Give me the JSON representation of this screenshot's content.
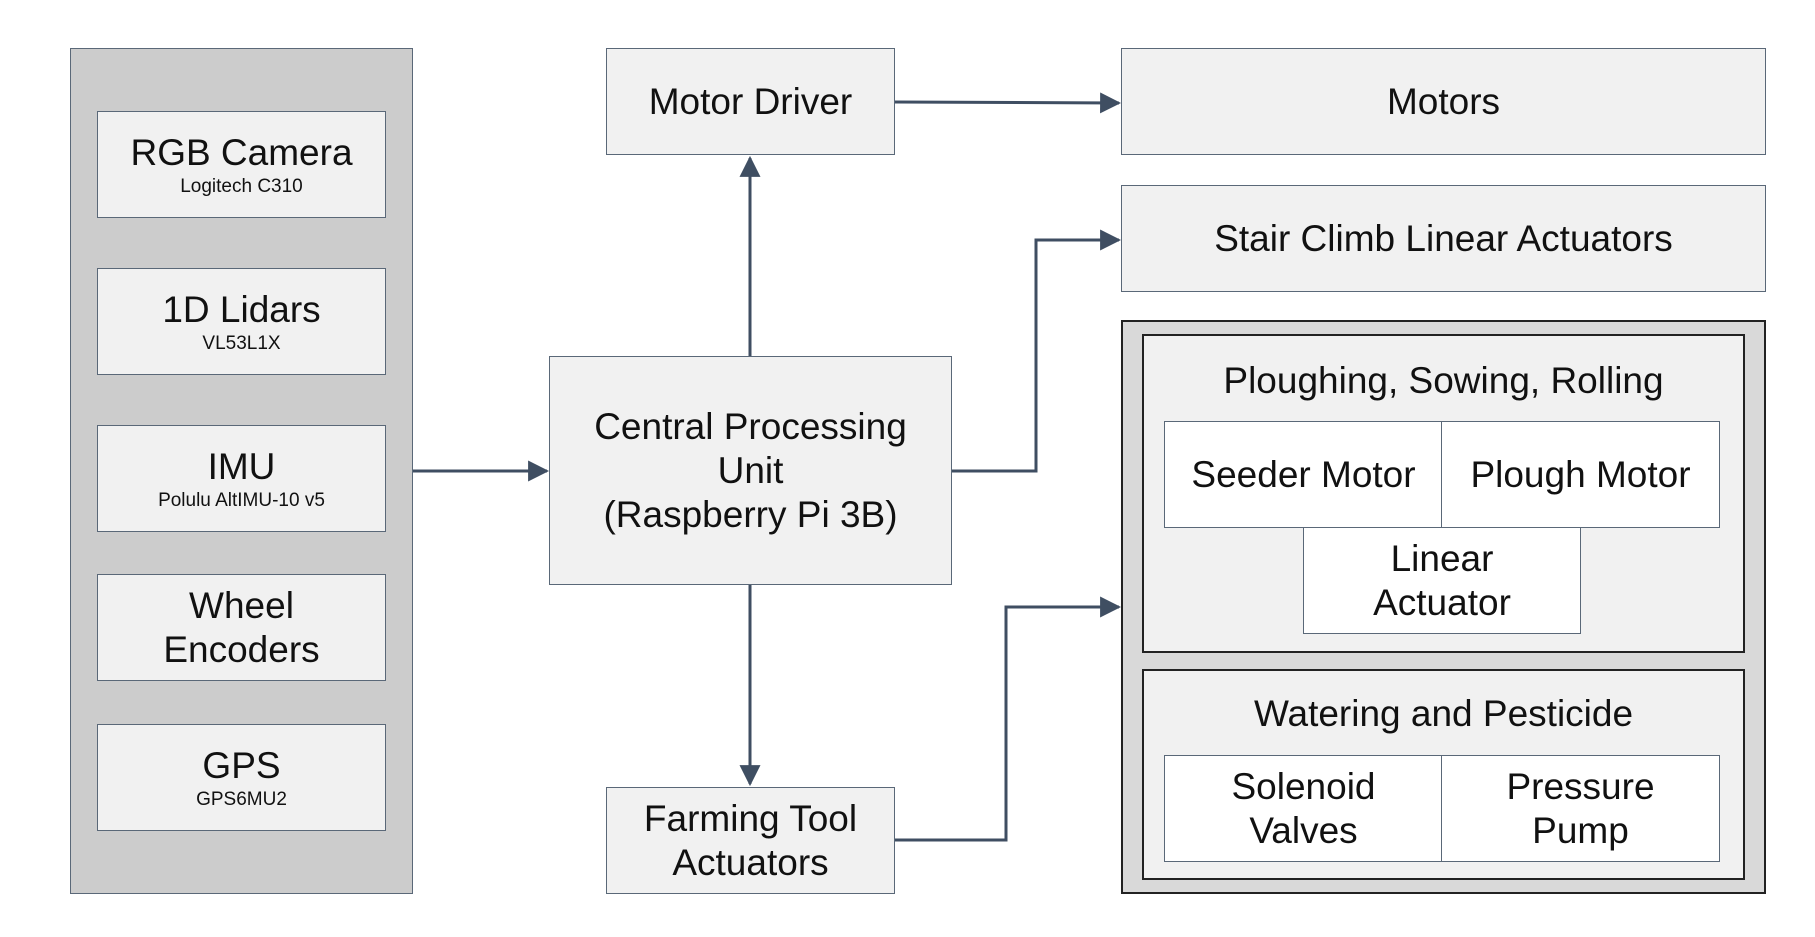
{
  "sensors": [
    {
      "name": "RGB Camera",
      "model": "Logitech C310"
    },
    {
      "name": "1D Lidars",
      "model": "VL53L1X"
    },
    {
      "name": "IMU",
      "model": "Polulu AltIMU-10 v5"
    },
    {
      "name": "Wheel\nEncoders",
      "model": ""
    },
    {
      "name": "GPS",
      "model": "GPS6MU2"
    }
  ],
  "cpu": {
    "line1": "Central Processing",
    "line2": "Unit",
    "line3": "(Raspberry Pi 3B)"
  },
  "motor_driver": "Motor Driver",
  "farming_tool": {
    "line1": "Farming Tool",
    "line2": "Actuators"
  },
  "motors": "Motors",
  "stair_climb": "Stair Climb Linear Actuators",
  "ploughing": {
    "title": "Ploughing, Sowing, Rolling",
    "seeder": "Seeder Motor",
    "plough": "Plough Motor",
    "linear": {
      "line1": "Linear",
      "line2": "Actuator"
    }
  },
  "watering": {
    "title": "Watering and Pesticide",
    "solenoid": {
      "line1": "Solenoid",
      "line2": "Valves"
    },
    "pump": {
      "line1": "Pressure",
      "line2": "Pump"
    }
  },
  "colors": {
    "line": "#3f4e62",
    "box_fill": "#f1f1f1",
    "panel_fill": "#cccccc",
    "group_border": "#222222"
  }
}
